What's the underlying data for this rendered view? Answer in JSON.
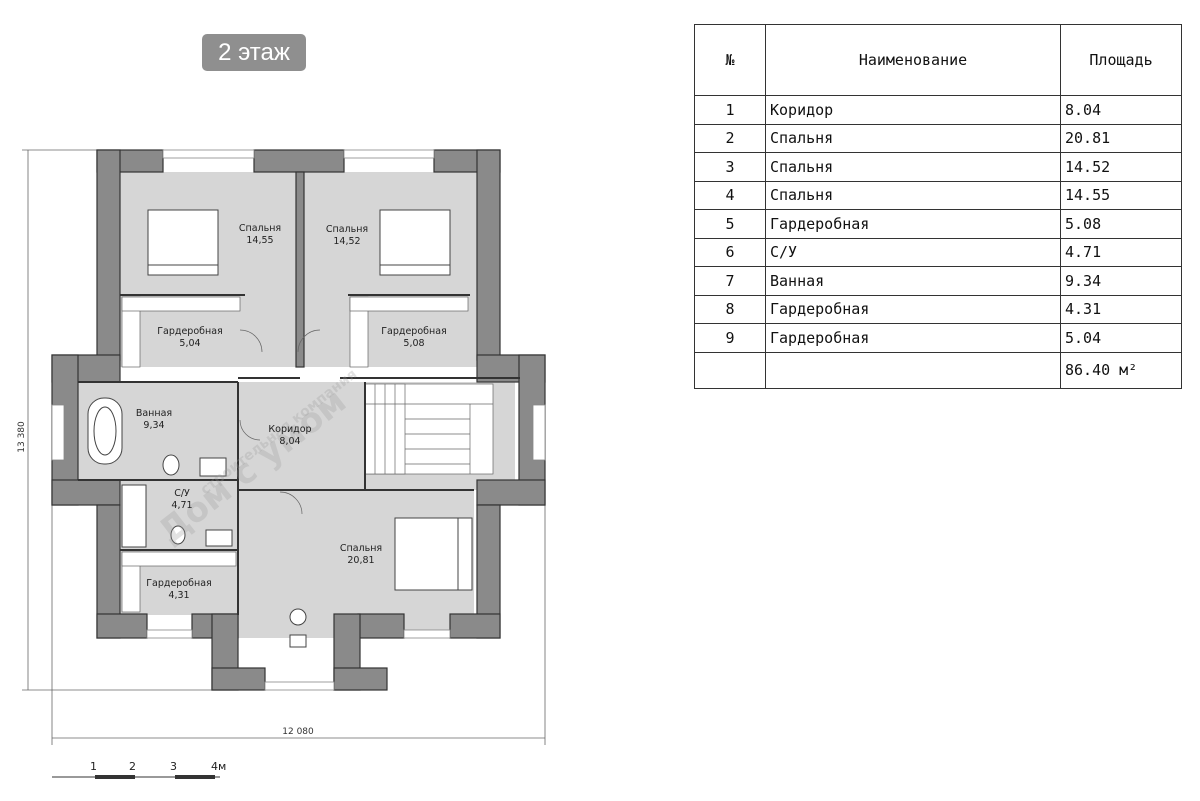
{
  "badge": {
    "floor_label": "2 этаж"
  },
  "rooms": [
    {
      "name": "Спальня",
      "area": "14,55"
    },
    {
      "name": "Спальня",
      "area": "14,52"
    },
    {
      "name": "Гардеробная",
      "area": "5,04"
    },
    {
      "name": "Гардеробная",
      "area": "5,08"
    },
    {
      "name": "Ванная",
      "area": "9,34"
    },
    {
      "name": "Коридор",
      "area": "8,04"
    },
    {
      "name": "С/У",
      "area": "4,71"
    },
    {
      "name": "Спальня",
      "area": "20,81"
    },
    {
      "name": "Гардеробная",
      "area": "4,31"
    }
  ],
  "dimensions": {
    "height": "13 380",
    "width": "12 080"
  },
  "scale_bar": {
    "labels": [
      "1",
      "2",
      "3",
      "4м"
    ]
  },
  "watermark": {
    "line1": "строительная компания",
    "line2": "Дом с умом"
  },
  "table": {
    "headers": {
      "num": "№",
      "name": "Наименование",
      "area": "Площадь"
    },
    "rows": [
      {
        "num": "1",
        "name": "Коридор",
        "area": "8.04"
      },
      {
        "num": "2",
        "name": "Спальня",
        "area": "20.81"
      },
      {
        "num": "3",
        "name": "Спальня",
        "area": "14.52"
      },
      {
        "num": "4",
        "name": "Спальня",
        "area": "14.55"
      },
      {
        "num": "5",
        "name": "Гардеробная",
        "area": "5.08"
      },
      {
        "num": "6",
        "name": "С/У",
        "area": "4.71"
      },
      {
        "num": "7",
        "name": "Ванная",
        "area": "9.34"
      },
      {
        "num": "8",
        "name": "Гардеробная",
        "area": "4.31"
      },
      {
        "num": "9",
        "name": "Гардеробная",
        "area": "5.04"
      }
    ],
    "total": {
      "num": "",
      "name": "",
      "area": "86.40 м²"
    }
  }
}
